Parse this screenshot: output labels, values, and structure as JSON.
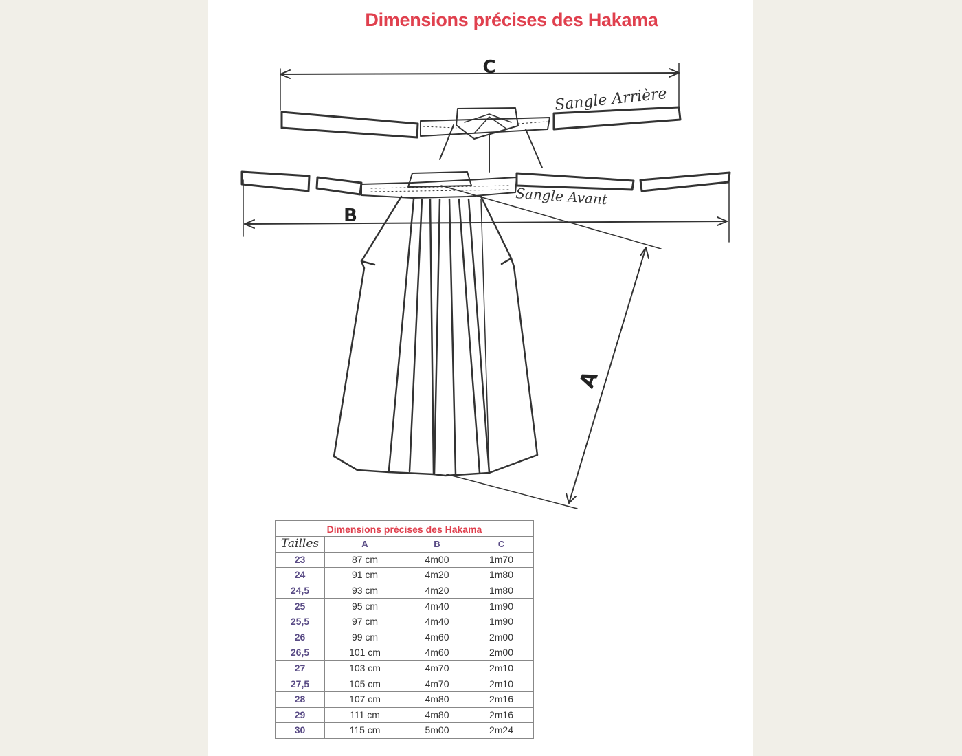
{
  "title": "Dimensions précises des Hakama",
  "diagram": {
    "label_c": "C",
    "label_b": "B",
    "label_a": "A",
    "back_strap_label": "Sangle Arrière",
    "front_strap_label": "Sangle Avant"
  },
  "table": {
    "caption": "Dimensions précises des Hakama",
    "headers": [
      "Tailles",
      "A",
      "B",
      "C"
    ],
    "rows": [
      [
        "23",
        "87 cm",
        "4m00",
        "1m70"
      ],
      [
        "24",
        "91 cm",
        "4m20",
        "1m80"
      ],
      [
        "24,5",
        "93 cm",
        "4m20",
        "1m80"
      ],
      [
        "25",
        "95 cm",
        "4m40",
        "1m90"
      ],
      [
        "25,5",
        "97 cm",
        "4m40",
        "1m90"
      ],
      [
        "26",
        "99 cm",
        "4m60",
        "2m00"
      ],
      [
        "26,5",
        "101 cm",
        "4m60",
        "2m00"
      ],
      [
        "27",
        "103 cm",
        "4m70",
        "2m10"
      ],
      [
        "27,5",
        "105 cm",
        "4m70",
        "2m10"
      ],
      [
        "28",
        "107 cm",
        "4m80",
        "2m16"
      ],
      [
        "29",
        "111 cm",
        "4m80",
        "2m16"
      ],
      [
        "30",
        "115 cm",
        "5m00",
        "2m24"
      ]
    ]
  }
}
